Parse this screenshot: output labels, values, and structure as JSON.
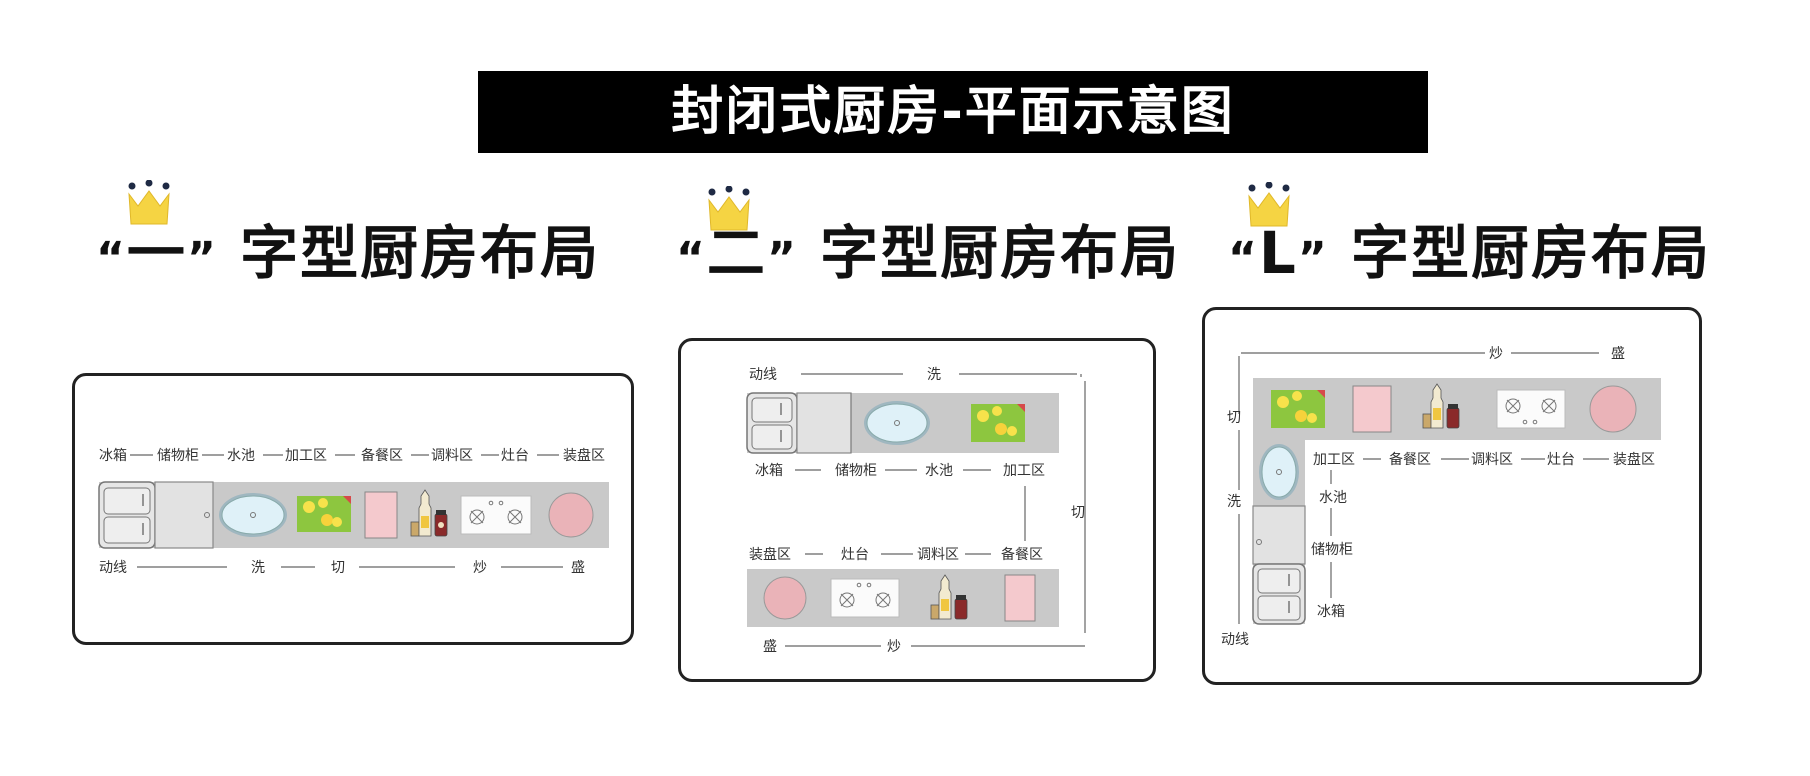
{
  "title": "封闭式厨房-平面示意图",
  "layouts": [
    {
      "quote_open": "“",
      "char": "一",
      "quote_close": "”",
      "heading_rest": "字型厨房布局",
      "top_labels": [
        "冰箱",
        "储物柜",
        "水池",
        "加工区",
        "备餐区",
        "调料区",
        "灶台",
        "装盘区"
      ],
      "bottom_labels": [
        "动线",
        "洗",
        "切",
        "炒",
        "盛"
      ]
    },
    {
      "quote_open": "“",
      "char": "二",
      "quote_close": "”",
      "heading_rest": "字型厨房布局",
      "top_labels": [
        "动线",
        "洗"
      ],
      "row1_labels": [
        "冰箱",
        "储物柜",
        "水池",
        "加工区"
      ],
      "side_label": "切",
      "row2_labels": [
        "装盘区",
        "灶台",
        "调料区",
        "备餐区"
      ],
      "bottom_labels": [
        "盛",
        "炒"
      ]
    },
    {
      "quote_open": "“",
      "char": "L",
      "quote_close": "”",
      "heading_rest": "字型厨房布局",
      "top_labels": [
        "炒",
        "盛"
      ],
      "left_labels": [
        "切",
        "洗",
        "动线"
      ],
      "row_labels": [
        "加工区",
        "备餐区",
        "调料区",
        "灶台",
        "装盘区"
      ],
      "col_labels": [
        "水池",
        "储物柜",
        "冰箱"
      ]
    }
  ],
  "colors": {
    "counter": "#c9c9c9",
    "cabinet": "#e0e0e0",
    "sink": "#dff1f8",
    "board": "#8dc63f",
    "pink": "#f4c9cd",
    "plate": "#eab3b8",
    "crown": "#f5d443"
  }
}
